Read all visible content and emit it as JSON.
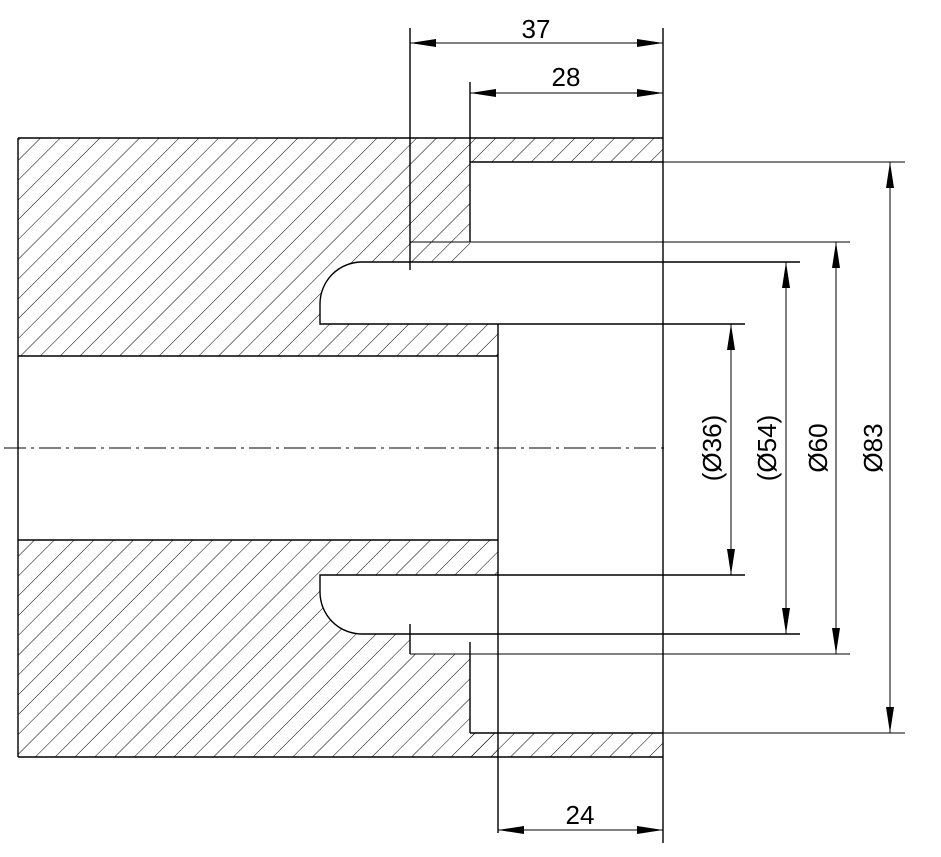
{
  "dimensions": {
    "d37": "37",
    "d28": "28",
    "d24": "24",
    "dia36": "(Ø36)",
    "dia54": "(Ø54)",
    "dia60": "Ø60",
    "dia83": "Ø83"
  }
}
